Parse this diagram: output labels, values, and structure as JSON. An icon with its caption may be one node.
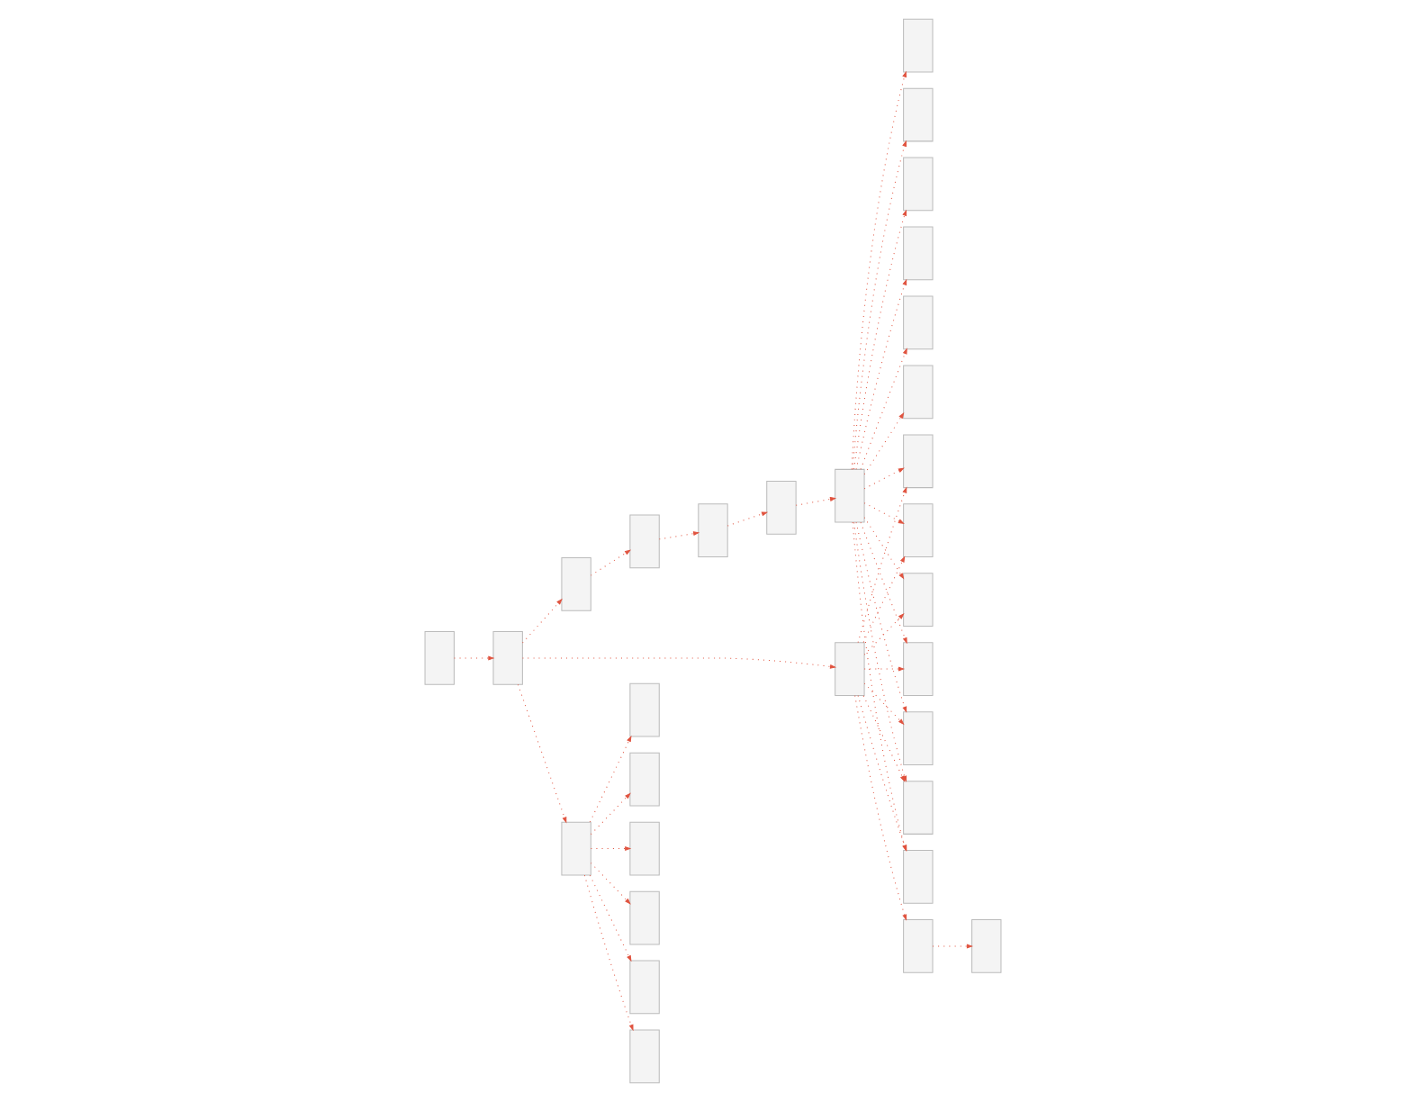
{
  "diagram": {
    "nodes": [
      {
        "text": [],
        "shape": "box"
      },
      {
        "text": [],
        "shape": "box"
      },
      {
        "text": [],
        "shape": "box"
      },
      {
        "text": [],
        "shape": "box"
      },
      {
        "text": [],
        "shape": "box"
      },
      {
        "text": [],
        "shape": "box"
      },
      {
        "text": [],
        "shape": "box"
      },
      {
        "text": [],
        "shape": "box"
      },
      {
        "text": [],
        "shape": "box"
      },
      {
        "text": [],
        "shape": "box"
      },
      {
        "text": [],
        "shape": "box"
      },
      {
        "text": [],
        "shape": "box"
      },
      {
        "text": [],
        "shape": "box"
      },
      {
        "text": [],
        "shape": "box"
      },
      {
        "text": [],
        "shape": "box"
      },
      {
        "text": [],
        "shape": "box"
      },
      {
        "text": [],
        "shape": "box"
      },
      {
        "text": [],
        "shape": "box"
      },
      {
        "text": [],
        "shape": "box"
      },
      {
        "text": [],
        "shape": "box"
      },
      {
        "text": [],
        "shape": "box"
      },
      {
        "text": [],
        "shape": "box"
      },
      {
        "text": [],
        "shape": "box"
      },
      {
        "text": [],
        "shape": "box"
      },
      {
        "text": [],
        "shape": "box"
      },
      {
        "text": [],
        "shape": "box"
      },
      {
        "text": [],
        "shape": "box"
      },
      {
        "text": [],
        "shape": "box"
      },
      {
        "text": [],
        "shape": "box"
      },
      {
        "text": [],
        "shape": "box"
      }
    ],
    "edges": [
      {
        "from": 0,
        "to": 1,
        "arrow": "to"
      },
      {
        "from": 1,
        "to": 2,
        "arrow": "to"
      },
      {
        "from": 2,
        "to": 3,
        "arrow": "to"
      },
      {
        "from": 3,
        "to": 4,
        "arrow": "to"
      },
      {
        "from": 4,
        "to": 5,
        "arrow": "to"
      },
      {
        "from": 5,
        "to": 6,
        "arrow": "to"
      },
      {
        "from": 6,
        "to": 7,
        "arrow": "to"
      },
      {
        "from": 6,
        "to": 8,
        "arrow": "to"
      },
      {
        "from": 6,
        "to": 9,
        "arrow": "to"
      },
      {
        "from": 6,
        "to": 10,
        "arrow": "to"
      },
      {
        "from": 6,
        "to": 11,
        "arrow": "to"
      },
      {
        "from": 6,
        "to": 12,
        "arrow": "to"
      },
      {
        "from": 1,
        "to": 15,
        "arrow": "to"
      },
      {
        "from": 15,
        "to": 13,
        "arrow": "to"
      },
      {
        "from": 13,
        "to": 14,
        "arrow": "to"
      },
      {
        "from": 15,
        "to": 16,
        "arrow": "to"
      },
      {
        "from": 15,
        "to": 17,
        "arrow": "to"
      },
      {
        "from": 15,
        "to": 18,
        "arrow": "to"
      },
      {
        "from": 15,
        "to": 19,
        "arrow": "to"
      },
      {
        "from": 15,
        "to": 20,
        "arrow": "to"
      },
      {
        "from": 15,
        "to": 21,
        "arrow": "to"
      },
      {
        "from": 15,
        "to": 22,
        "arrow": "to"
      },
      {
        "from": 6,
        "to": 16,
        "arrow": "to"
      },
      {
        "from": 6,
        "to": 17,
        "arrow": "to"
      },
      {
        "from": 6,
        "to": 18,
        "arrow": "to"
      },
      {
        "from": 6,
        "to": 19,
        "arrow": "to"
      },
      {
        "from": 6,
        "to": 20,
        "arrow": "to"
      },
      {
        "from": 6,
        "to": 21,
        "arrow": "to"
      },
      {
        "from": 6,
        "to": 22,
        "arrow": "to"
      },
      {
        "from": 1,
        "to": 23,
        "arrow": "to"
      },
      {
        "from": 23,
        "to": 24,
        "arrow": "to"
      },
      {
        "from": 23,
        "to": 25,
        "arrow": "to"
      },
      {
        "from": 23,
        "to": 26,
        "arrow": "to"
      },
      {
        "from": 23,
        "to": 27,
        "arrow": "to"
      },
      {
        "from": 23,
        "to": 28,
        "arrow": "to"
      },
      {
        "from": 23,
        "to": 29,
        "arrow": "to"
      }
    ]
  }
}
